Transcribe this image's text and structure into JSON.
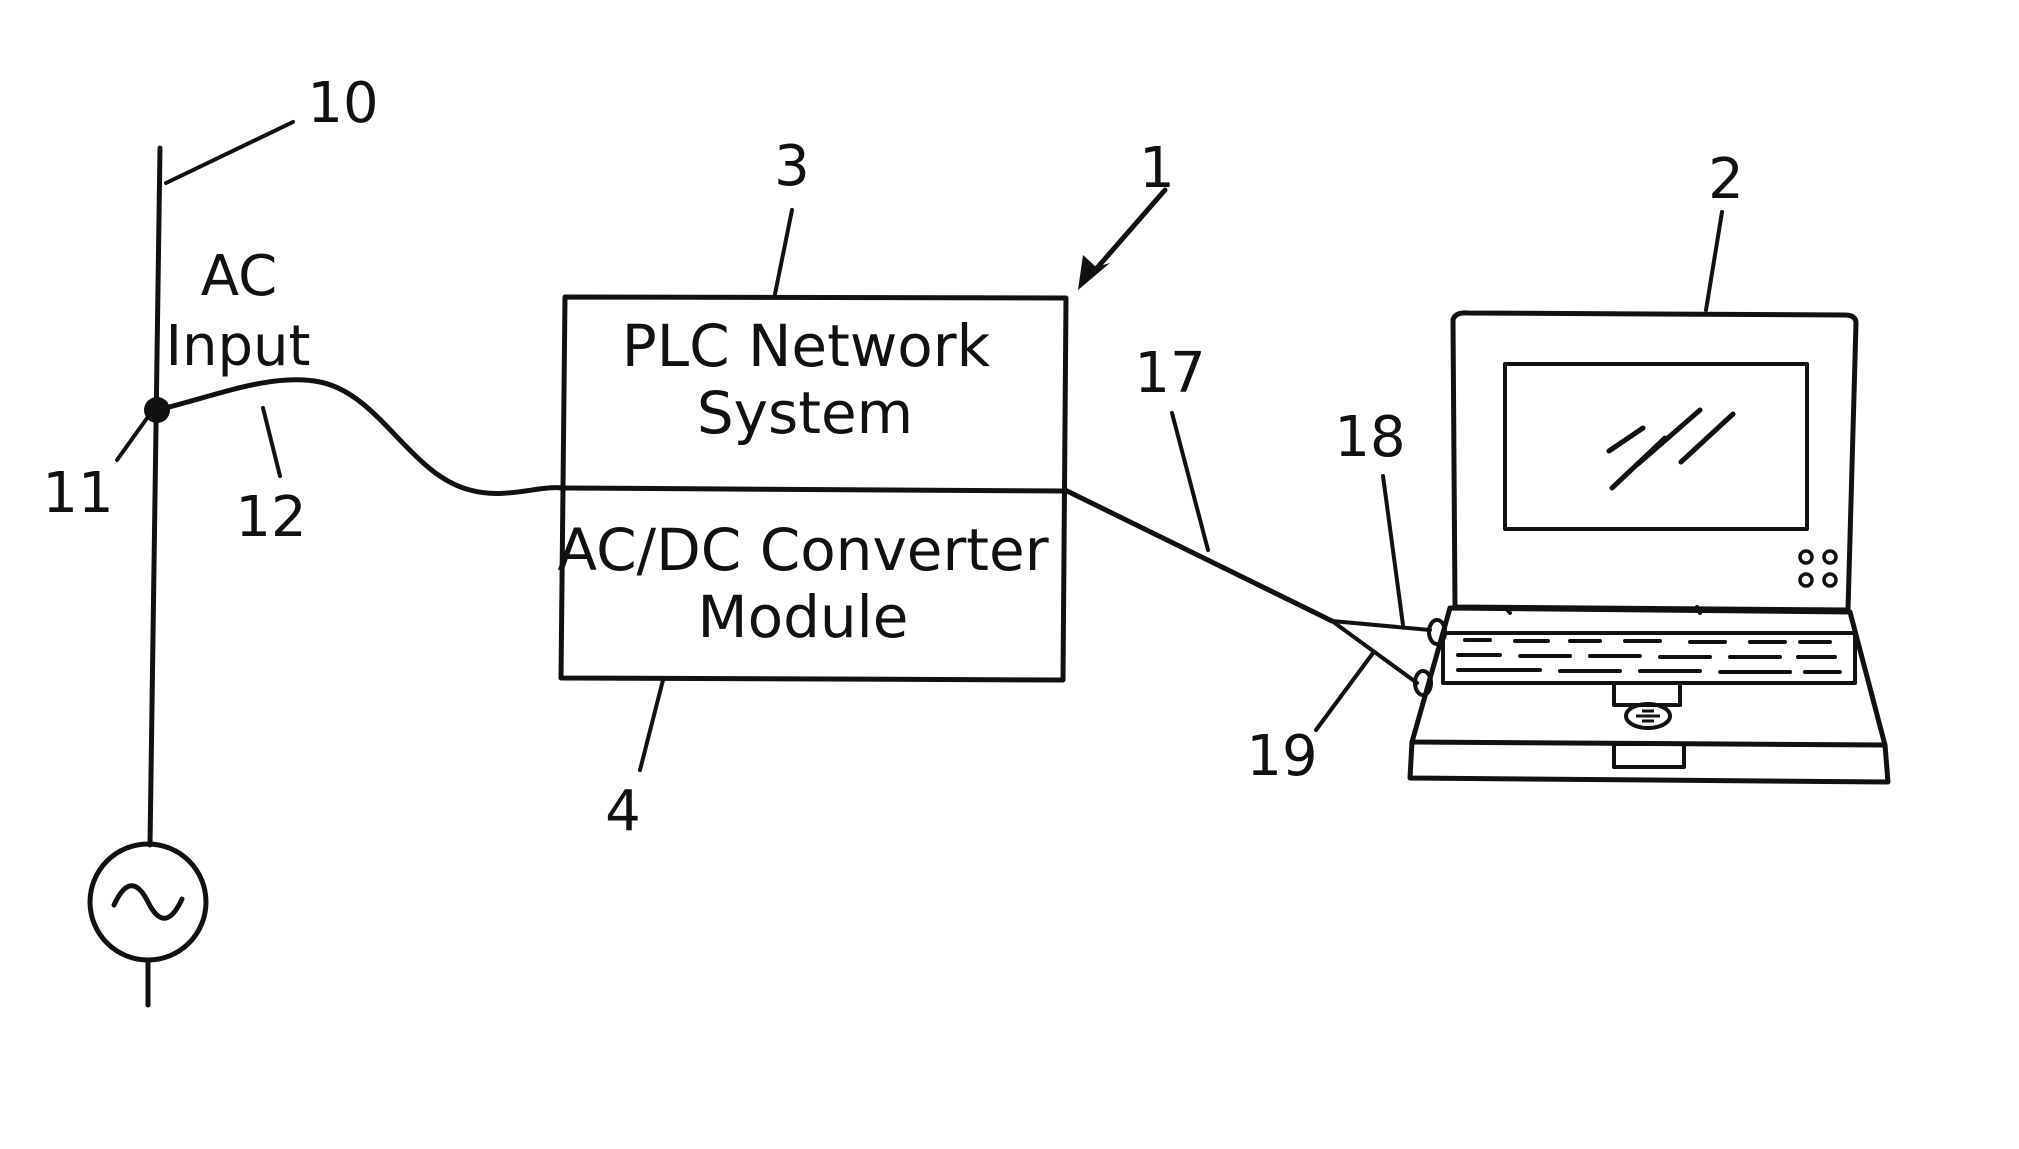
{
  "labels": {
    "ac_input_line1": "AC",
    "ac_input_line2": "Input",
    "plc_line1": "PLC Network",
    "plc_line2": "System",
    "converter_line1": "AC/DC Converter",
    "converter_line2": "Module"
  },
  "refs": {
    "r1": "1",
    "r2": "2",
    "r3": "3",
    "r4": "4",
    "r10": "10",
    "r11": "11",
    "r12": "12",
    "r17": "17",
    "r18": "18",
    "r19": "19"
  },
  "colors": {
    "ink": "#111111",
    "background": "#ffffff"
  }
}
